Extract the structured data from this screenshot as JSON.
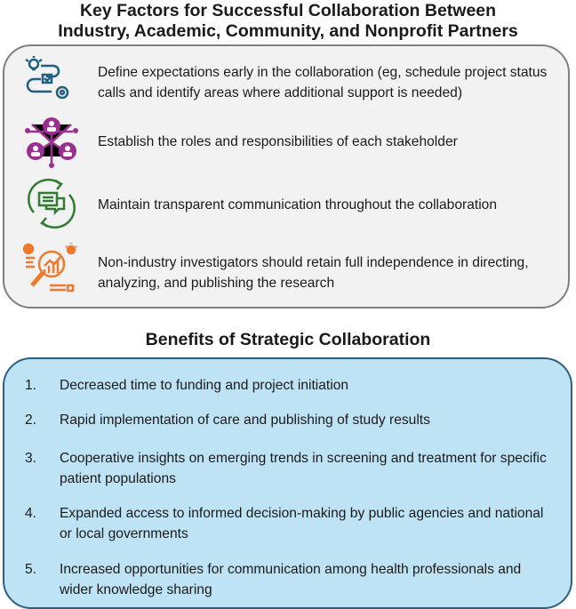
{
  "title1": {
    "line1": "Key Factors for Successful Collaboration Between",
    "line2": "Industry, Academic, Community, and Nonprofit Partners"
  },
  "factors": [
    {
      "icon": "lightbulb-process-gear-icon",
      "color": "#1f5f7f",
      "text": "Define expectations early in the collaboration (eg, schedule project status calls and identify areas where additional support is needed)"
    },
    {
      "icon": "stakeholder-network-icon",
      "color": "#9b2f8f",
      "text": "Establish the roles and responsibilities of each stakeholder"
    },
    {
      "icon": "communication-cycle-icon",
      "color": "#2e7d32",
      "text": "Maintain transparent communication throughout the collaboration"
    },
    {
      "icon": "research-analysis-icon",
      "color": "#ef7a2e",
      "text": "Non-industry investigators should retain full independence in directing, analyzing, and publishing the research"
    }
  ],
  "title2": "Benefits of Strategic Collaboration",
  "benefits": [
    {
      "num": "1.",
      "text": "Decreased time to funding and project initiation"
    },
    {
      "num": "2.",
      "text": "Rapid implementation of care and publishing of study results"
    },
    {
      "num": "3.",
      "text": "Cooperative insights on emerging trends in screening and treatment for specific patient populations"
    },
    {
      "num": "4.",
      "text": "Expanded access to informed decision-making by public agencies and national or local governments"
    },
    {
      "num": "5.",
      "text": "Increased opportunities for communication among health professionals and wider knowledge sharing"
    }
  ]
}
